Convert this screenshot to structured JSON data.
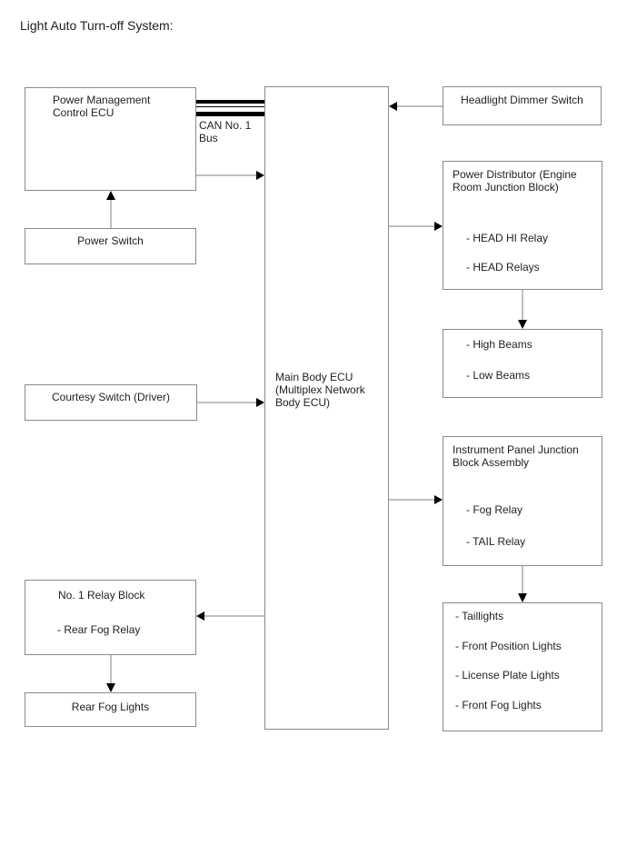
{
  "page": {
    "title": "Light Auto Turn-off System:"
  },
  "colors": {
    "background": "#ffffff",
    "box_border": "#8a8a8a",
    "connector_line": "#bfbfbf",
    "arrow": "#000000",
    "bus": "#000000",
    "text": "#1f1f1f"
  },
  "bus": {
    "label_line1": "CAN No. 1",
    "label_line2": "Bus"
  },
  "boxes": {
    "power_mgmt": {
      "line1": "Power Management",
      "line2": "Control ECU"
    },
    "power_switch": {
      "label": "Power Switch"
    },
    "courtesy_switch": {
      "label": "Courtesy Switch (Driver)"
    },
    "main_body": {
      "line1": "Main Body ECU",
      "line2": "(Multiplex Network",
      "line3": "Body ECU)"
    },
    "headlight_dimmer": {
      "label": "Headlight Dimmer Switch"
    },
    "power_distributor": {
      "title_line1": "Power Distributor (Engine",
      "title_line2": "Room Junction Block)",
      "items": [
        "- HEAD HI Relay",
        "- HEAD Relays"
      ]
    },
    "beams": {
      "items": [
        "- High Beams",
        "- Low Beams"
      ]
    },
    "instrument_panel": {
      "title_line1": "Instrument Panel Junction",
      "title_line2": "Block Assembly",
      "items": [
        "- Fog Relay",
        "- TAIL Relay"
      ]
    },
    "exterior_lights": {
      "items": [
        "- Taillights",
        "- Front Position Lights",
        "- License Plate Lights",
        "- Front Fog Lights"
      ]
    },
    "relay_block": {
      "title": "No. 1 Relay Block",
      "items": [
        "- Rear Fog Relay"
      ]
    },
    "rear_fog": {
      "label": "Rear Fog Lights"
    }
  }
}
